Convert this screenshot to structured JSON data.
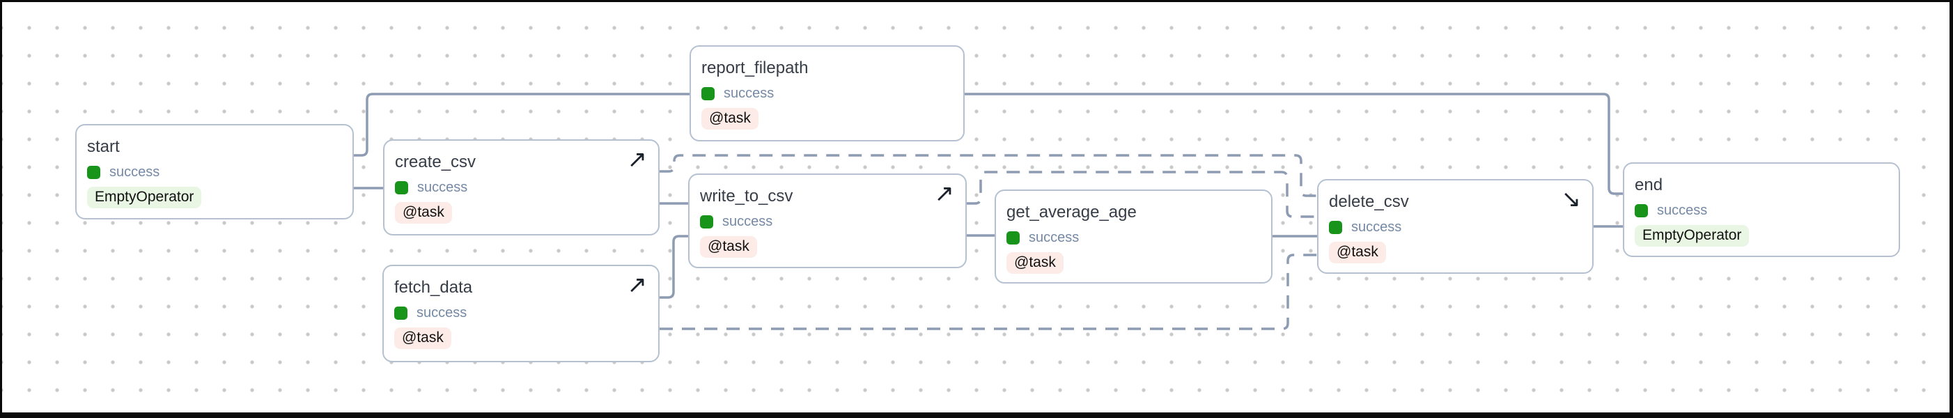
{
  "app": {
    "view": "dag-graph-canvas"
  },
  "colors": {
    "edge": "#8d9cb3",
    "node_border": "#b5c1d1",
    "node_background": "#ffffff",
    "success_green": "#18941a",
    "status_text": "#7589a6",
    "title_text": "#363d47",
    "task_badge_background": "#fcebe6",
    "operator_badge_background": "#e9f6e3",
    "grid_dot": "#c9c9c9",
    "frame_border": "#0a0a0a",
    "arrow_icon": "#1a212b"
  },
  "icons": {
    "setup_arrow": "↗",
    "teardown_arrow": "↘"
  },
  "nodes": {
    "start": {
      "label": "start",
      "status": "success",
      "badge": "EmptyOperator"
    },
    "create_csv": {
      "label": "create_csv",
      "status": "success",
      "badge": "@task"
    },
    "fetch_data": {
      "label": "fetch_data",
      "status": "success",
      "badge": "@task"
    },
    "report_filepath": {
      "label": "report_filepath",
      "status": "success",
      "badge": "@task"
    },
    "write_to_csv": {
      "label": "write_to_csv",
      "status": "success",
      "badge": "@task"
    },
    "get_average_age": {
      "label": "get_average_age",
      "status": "success",
      "badge": "@task"
    },
    "delete_csv": {
      "label": "delete_csv",
      "status": "success",
      "badge": "@task"
    },
    "end": {
      "label": "end",
      "status": "success",
      "badge": "EmptyOperator"
    }
  },
  "edges": [
    {
      "from": "start",
      "to": "create_csv",
      "style": "solid"
    },
    {
      "from": "start",
      "to": "report_filepath",
      "style": "solid"
    },
    {
      "from": "report_filepath",
      "to": "end",
      "style": "solid"
    },
    {
      "from": "create_csv",
      "to": "write_to_csv",
      "style": "solid"
    },
    {
      "from": "fetch_data",
      "to": "write_to_csv",
      "style": "solid"
    },
    {
      "from": "write_to_csv",
      "to": "get_average_age",
      "style": "solid"
    },
    {
      "from": "get_average_age",
      "to": "delete_csv",
      "style": "solid"
    },
    {
      "from": "delete_csv",
      "to": "end",
      "style": "solid"
    },
    {
      "from": "create_csv",
      "to": "delete_csv",
      "style": "dashed"
    },
    {
      "from": "write_to_csv",
      "to": "delete_csv",
      "style": "dashed"
    },
    {
      "from": "fetch_data",
      "to": "delete_csv",
      "style": "dashed"
    }
  ]
}
